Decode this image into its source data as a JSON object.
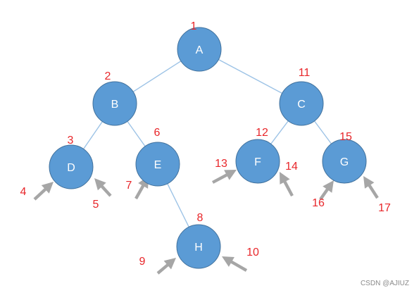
{
  "diagram": {
    "nodes": [
      {
        "id": "A",
        "label": "A"
      },
      {
        "id": "B",
        "label": "B"
      },
      {
        "id": "C",
        "label": "C"
      },
      {
        "id": "D",
        "label": "D"
      },
      {
        "id": "E",
        "label": "E"
      },
      {
        "id": "F",
        "label": "F"
      },
      {
        "id": "G",
        "label": "G"
      },
      {
        "id": "H",
        "label": "H"
      }
    ],
    "edges": [
      {
        "from": "A",
        "to": "B"
      },
      {
        "from": "A",
        "to": "C"
      },
      {
        "from": "B",
        "to": "D"
      },
      {
        "from": "B",
        "to": "E"
      },
      {
        "from": "C",
        "to": "F"
      },
      {
        "from": "C",
        "to": "G"
      },
      {
        "from": "E",
        "to": "H"
      }
    ],
    "step_numbers": [
      "1",
      "2",
      "3",
      "4",
      "5",
      "6",
      "7",
      "8",
      "9",
      "10",
      "11",
      "12",
      "13",
      "14",
      "15",
      "16",
      "17"
    ],
    "colors": {
      "node_fill": "#5b9bd5",
      "node_stroke": "#41719c",
      "edge": "#9dc3e6",
      "number": "#e8262a",
      "arrow": "#a6a6a6"
    }
  },
  "watermark": "CSDN @AJIUZ"
}
